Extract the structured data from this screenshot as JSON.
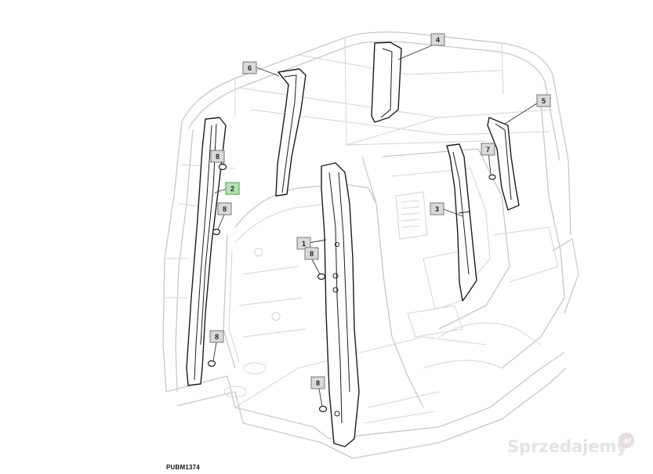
{
  "diagram": {
    "code": "PUBM1374",
    "callouts": {
      "c1": "1",
      "c2": "2",
      "c3": "3",
      "c4": "4",
      "c5": "5",
      "c6": "6",
      "c7": "7",
      "c8a": "8",
      "c8b": "8",
      "c8c": "8",
      "c8d": "8",
      "c8e": "8"
    },
    "highlight_color": "#b5e3b0"
  },
  "watermark": {
    "text": "Sprzedajemy",
    "badge": ".pl"
  }
}
